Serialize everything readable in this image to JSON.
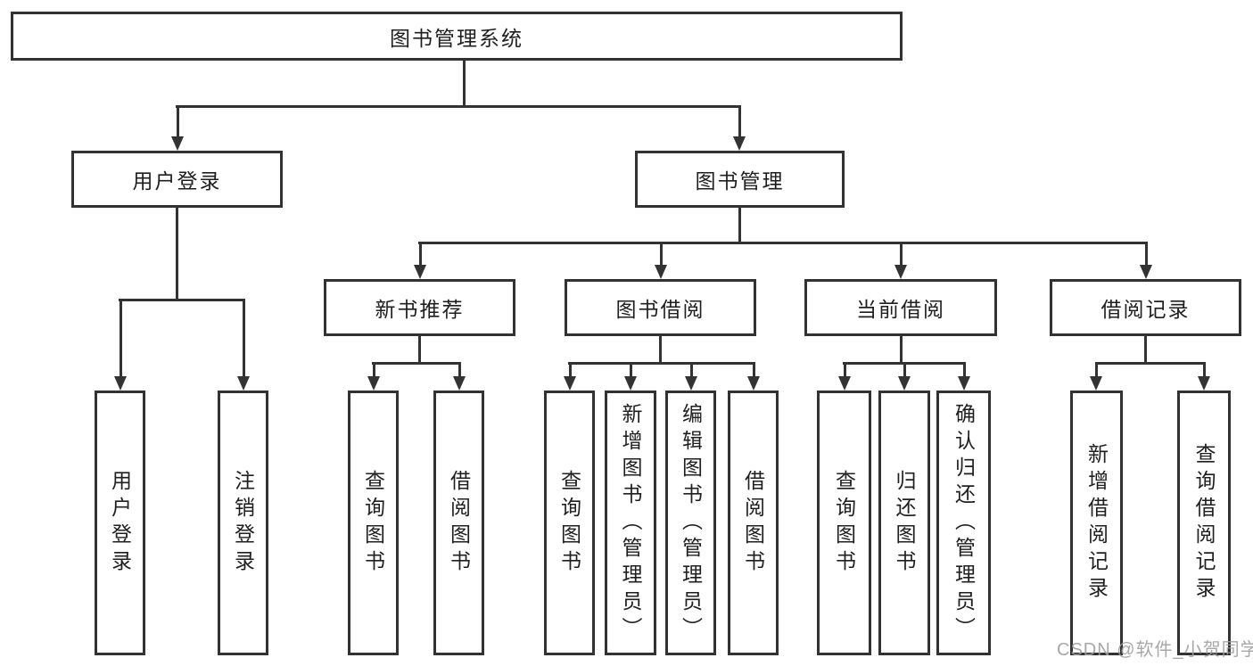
{
  "diagram": {
    "root": {
      "label": "图书管理系统",
      "children": [
        {
          "label": "用户登录",
          "children": [
            {
              "label": "用户登录"
            },
            {
              "label": "注销登录"
            }
          ]
        },
        {
          "label": "图书管理",
          "children": [
            {
              "label": "新书推荐",
              "children": [
                {
                  "label": "查询图书"
                },
                {
                  "label": "借阅图书"
                }
              ]
            },
            {
              "label": "图书借阅",
              "children": [
                {
                  "label": "查询图书"
                },
                {
                  "label": "新增图书（管理员）"
                },
                {
                  "label": "编辑图书（管理员）"
                },
                {
                  "label": "借阅图书"
                }
              ]
            },
            {
              "label": "当前借阅",
              "children": [
                {
                  "label": "查询图书"
                },
                {
                  "label": "归还图书"
                },
                {
                  "label": "确认归还（管理员）"
                }
              ]
            },
            {
              "label": "借阅记录",
              "children": [
                {
                  "label": "新增借阅记录"
                },
                {
                  "label": "查询借阅记录"
                }
              ]
            }
          ]
        }
      ]
    }
  },
  "watermark": {
    "text": "CSDN @软件_小贺同学"
  },
  "colors": {
    "line": "#333333",
    "box_border": "#323232",
    "box_fill": "#ffffff",
    "text": "#1f1f1f",
    "watermark": "#9e9e9e",
    "background": "#ffffff"
  }
}
